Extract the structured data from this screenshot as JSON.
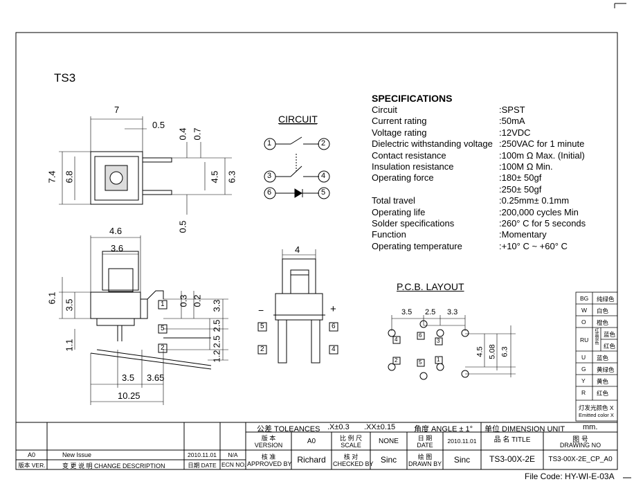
{
  "part_label": "TS3",
  "specifications": {
    "heading": "SPECIFICATIONS",
    "rows": [
      {
        "key": "Circuit",
        "value": ":SPST"
      },
      {
        "key": "Current rating",
        "value": ":50mA"
      },
      {
        "key": "Voltage rating",
        "value": ":12VDC"
      },
      {
        "key": "Dielectric withstanding voltage",
        "value": ":250VAC for 1 minute"
      },
      {
        "key": "Contact resistance",
        "value": ":100m Ω  Max. (Initial)"
      },
      {
        "key": "Insulation resistance",
        "value": ":100M Ω  Min."
      },
      {
        "key": "Operating force",
        "value": ":180± 50gf"
      },
      {
        "key": "",
        "value": ":250± 50gf"
      },
      {
        "key": "Total travel",
        "value": ":0.25mm± 0.1mm"
      },
      {
        "key": "Operating life",
        "value": ":200,000 cycles Min"
      },
      {
        "key": "Solder specifications",
        "value": ":260°  C for 5 seconds"
      },
      {
        "key": "Function",
        "value": ":Momentary"
      },
      {
        "key": "Operating temperature",
        "value": ":+10°  C ~ +60°  C"
      }
    ]
  },
  "circuit": {
    "title": "CIRCUIT",
    "pins": [
      "1",
      "2",
      "3",
      "4",
      "6",
      "5"
    ]
  },
  "pcb_layout": {
    "title": "P.C.B. LAYOUT",
    "dims": [
      "3.5",
      "2.5",
      "3.3",
      "4.5",
      "5.08",
      "6.3"
    ],
    "pins": [
      "4",
      "6",
      "3",
      "2",
      "5",
      "1"
    ]
  },
  "top_view": {
    "dims": [
      "7",
      "0.5",
      "0.4",
      "0.7",
      "7.4",
      "6.8",
      "4.5",
      "6.3",
      "0.5"
    ]
  },
  "side_view": {
    "dims": [
      "4.6",
      "3.6",
      "6.1",
      "3.5",
      "1.1",
      "0.3",
      "0.2",
      "3.3",
      "2.5",
      "2.5",
      "1.2",
      "3.5",
      "3.65",
      "10.25"
    ],
    "pins": [
      "1",
      "5",
      "2"
    ]
  },
  "front_view": {
    "dims": [
      "4"
    ],
    "minus": "−",
    "plus": "+",
    "pins": [
      "5",
      "6",
      "2",
      "4"
    ]
  },
  "led_legend": {
    "rows": [
      {
        "code": "BG",
        "color": "纯绿色"
      },
      {
        "code": "W",
        "color": "白色"
      },
      {
        "code": "O",
        "color": "橙色"
      },
      {
        "code": "RU",
        "sub": "红蓝双色",
        "color_a": "蓝色",
        "color_b": "红色"
      },
      {
        "code": "U",
        "color": "蓝色"
      },
      {
        "code": "G",
        "color": "黄绿色"
      },
      {
        "code": "Y",
        "color": "黄色"
      },
      {
        "code": "R",
        "color": "红色"
      }
    ],
    "footer_cn": "灯发光颜色 X",
    "footer_en": "Emitted color X"
  },
  "title_block": {
    "tolerance_cn": "公差 TOLEANCES",
    "tol_x": ".X±0.3",
    "tol_xx": ".XX±0.15",
    "angle": "角度 ANGLE ± 1°",
    "unit_label": "单位   DIMENSION UNIT",
    "unit_value": "mm.",
    "version_label_cn": "版  本",
    "version_label_en": "VERSION",
    "version_value": "A0",
    "scale_label_cn": "比 例 尺",
    "scale_label_en": "SCALE",
    "scale_value": "NONE",
    "date_label_cn": "日  期",
    "date_label_en": "DATE",
    "date_value": "2010.11.01",
    "title_label": "品  名    TITLE",
    "title_value": "TS3-00X-2E",
    "drawing_no_cn": "图  号",
    "drawing_no_en": "DRAWING NO",
    "drawing_no_value": "TS3-00X-2E_CP_A0",
    "approved_cn": "核  准",
    "approved_en": "APPROVED BY",
    "approved_value": "Richard",
    "checked_cn": "核  对",
    "checked_en": "CHECKED BY",
    "checked_value": "Sinc",
    "drawn_cn": "绘  图",
    "drawn_en": "DRAWN BY",
    "drawn_value": "Sinc",
    "rev_version": "A0",
    "rev_description": "New Issue",
    "rev_date": "2010.11.01",
    "rev_ecn": "N/A",
    "hdr_version": "版本 VER.",
    "hdr_desc": "变 更 说 明   CHANGE DESCRIPTION",
    "hdr_date": "日期 DATE",
    "hdr_ecn": "ECN NO."
  },
  "file_code": "File Code: HY-WI-E-03A"
}
